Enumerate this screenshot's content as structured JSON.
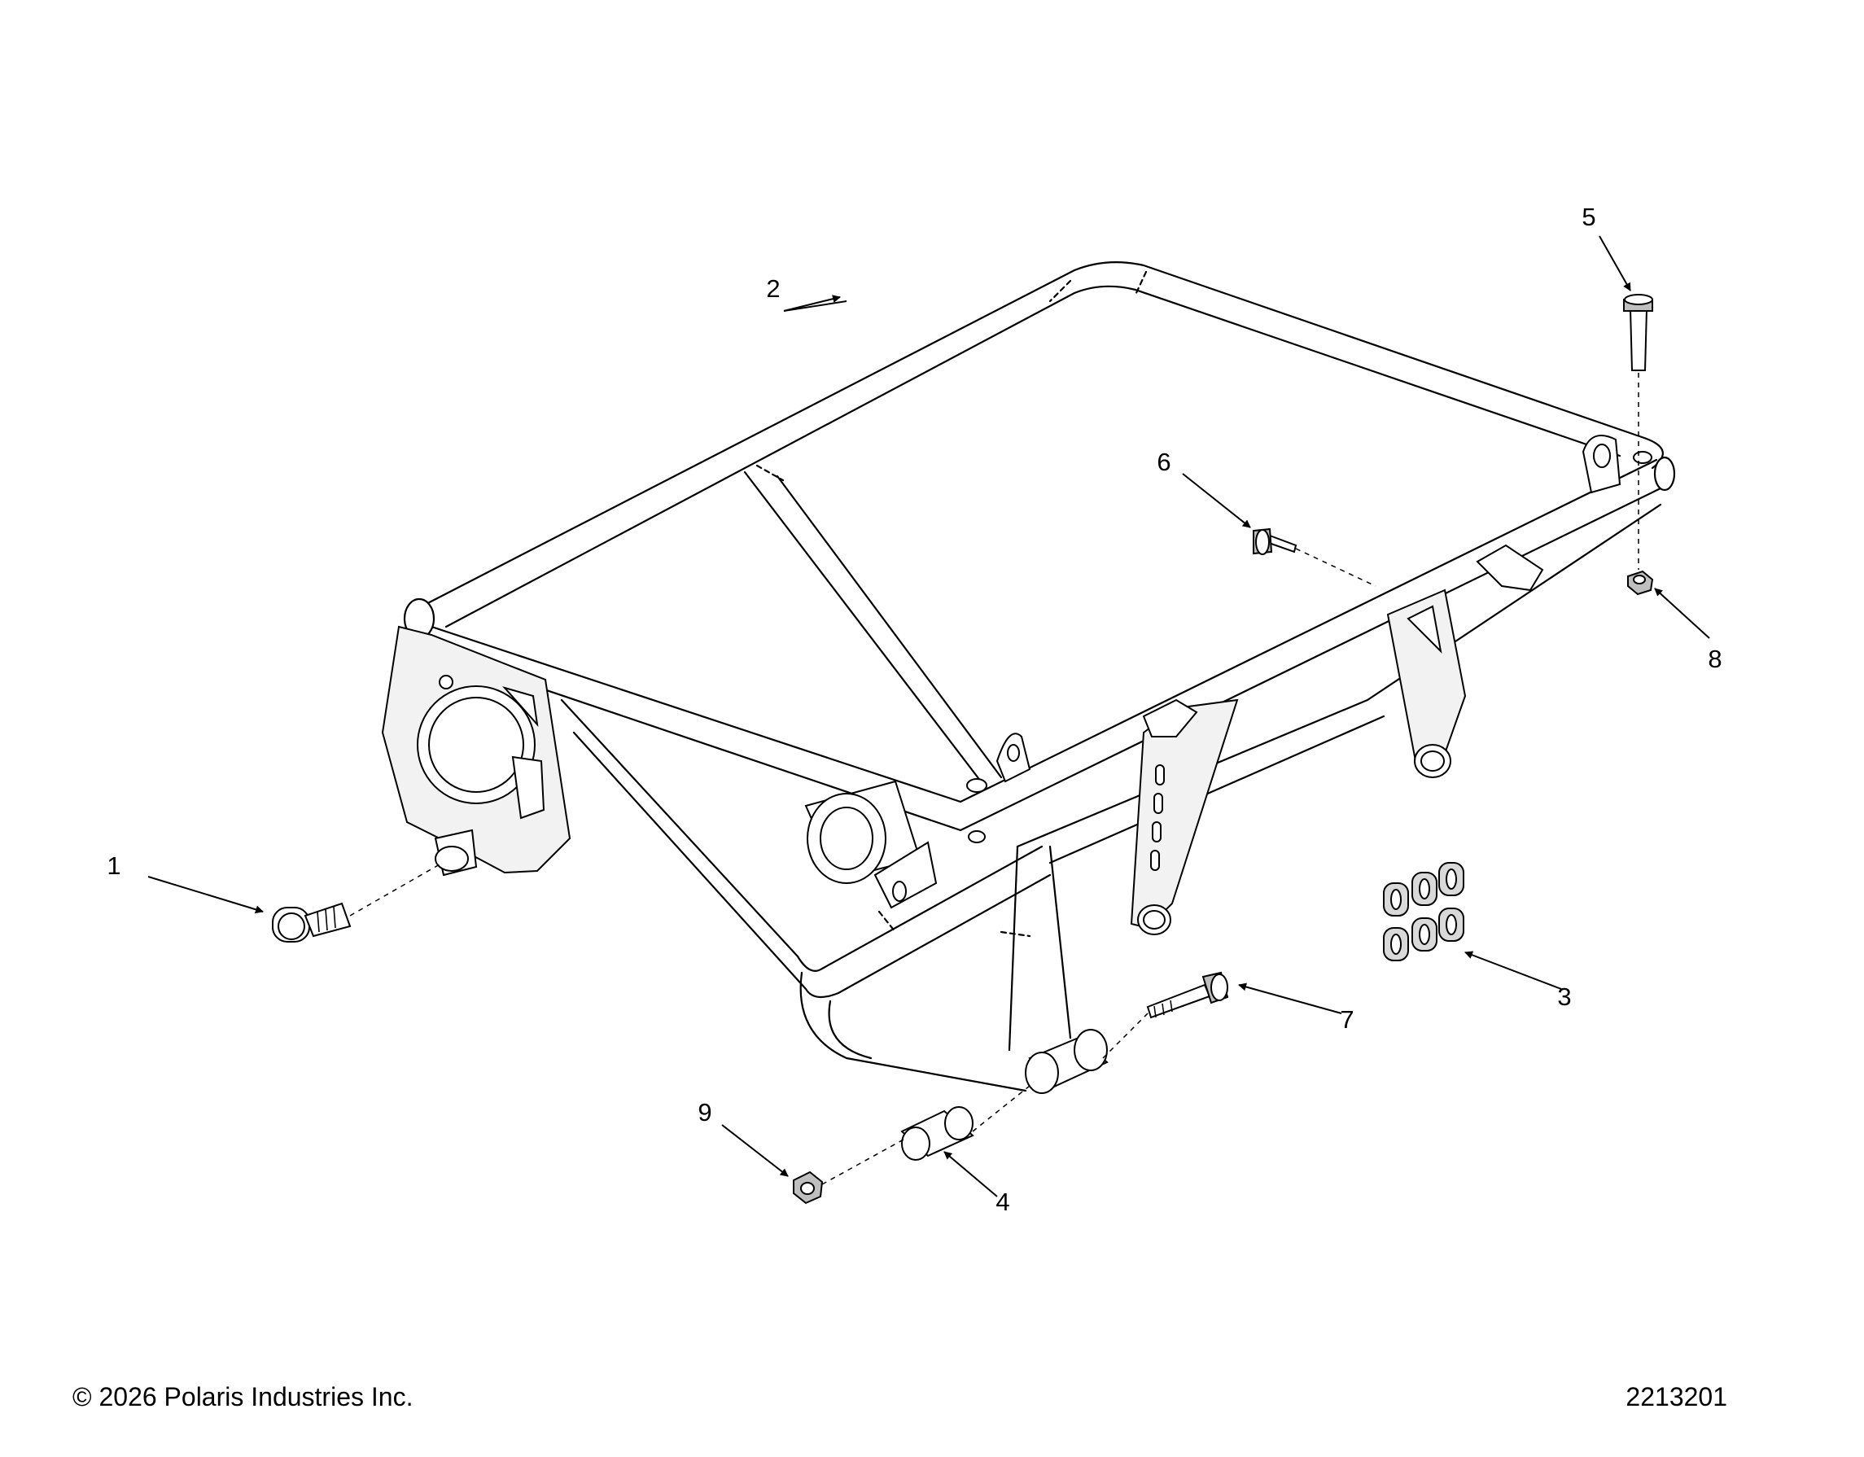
{
  "callouts": [
    {
      "label": "1"
    },
    {
      "label": "2"
    },
    {
      "label": "3"
    },
    {
      "label": "4"
    },
    {
      "label": "5"
    },
    {
      "label": "6"
    },
    {
      "label": "7"
    },
    {
      "label": "8"
    },
    {
      "label": "9"
    }
  ],
  "footer": {
    "copyright": "© 2026 Polaris Industries Inc.",
    "drawing_number": "2213201"
  },
  "colors": {
    "line": "#000000",
    "fill": "#ffffff",
    "part_fill": "#f2f2f2"
  }
}
